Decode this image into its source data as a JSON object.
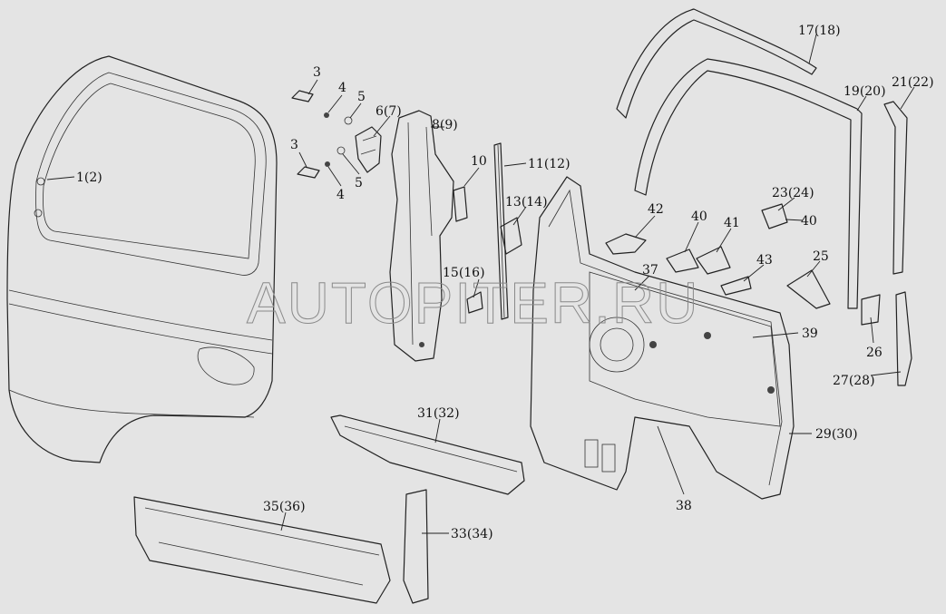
{
  "watermark": "AUTOPITER.RU",
  "labels": {
    "p3a": "3",
    "p4a": "4",
    "p5a": "5",
    "p6": "6(7)",
    "p8": "8(9)",
    "p3b": "3",
    "p4b": "4",
    "p5b": "5",
    "p1": "1(2)",
    "p10": "10",
    "p11": "11(12)",
    "p13": "13(14)",
    "p15": "15(16)",
    "p17": "17(18)",
    "p19": "19(20)",
    "p21": "21(22)",
    "p23": "23(24)",
    "p40a": "40",
    "p42": "42",
    "p40b": "40",
    "p41": "41",
    "p43": "43",
    "p25": "25",
    "p37": "37",
    "p39": "39",
    "p26": "26",
    "p27": "27(28)",
    "p29": "29(30)",
    "p31": "31(32)",
    "p38": "38",
    "p35": "35(36)",
    "p33": "33(34)"
  }
}
